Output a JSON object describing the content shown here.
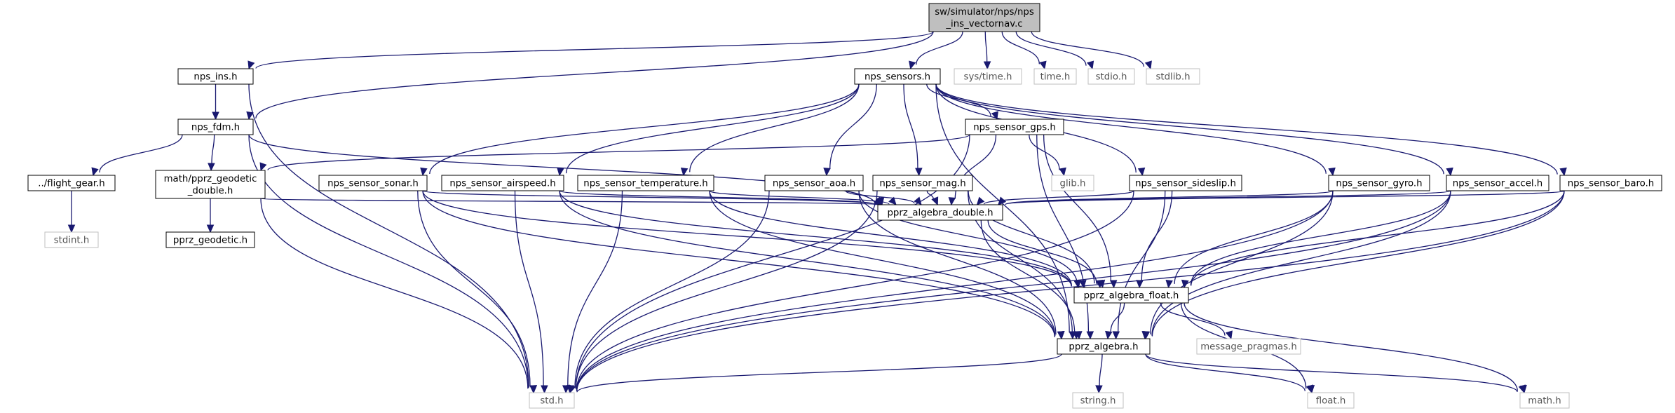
{
  "nodes": [
    {
      "id": "root",
      "lines": [
        "sw/simulator/nps/nps",
        "_ins_vectornav.c"
      ],
      "kind": "root"
    },
    {
      "id": "nps_ins",
      "lines": [
        "nps_ins.h"
      ],
      "kind": "file"
    },
    {
      "id": "nps_sensors",
      "lines": [
        "nps_sensors.h"
      ],
      "kind": "file"
    },
    {
      "id": "sys_time",
      "lines": [
        "sys/time.h"
      ],
      "kind": "sys"
    },
    {
      "id": "time",
      "lines": [
        "time.h"
      ],
      "kind": "sys"
    },
    {
      "id": "stdio",
      "lines": [
        "stdio.h"
      ],
      "kind": "sys"
    },
    {
      "id": "stdlib",
      "lines": [
        "stdlib.h"
      ],
      "kind": "sys"
    },
    {
      "id": "nps_fdm",
      "lines": [
        "nps_fdm.h"
      ],
      "kind": "file"
    },
    {
      "id": "nps_sensor_gps",
      "lines": [
        "nps_sensor_gps.h"
      ],
      "kind": "file"
    },
    {
      "id": "flight_gear",
      "lines": [
        "../flight_gear.h"
      ],
      "kind": "file"
    },
    {
      "id": "pprz_geodetic_double",
      "lines": [
        "math/pprz_geodetic",
        "_double.h"
      ],
      "kind": "file"
    },
    {
      "id": "nps_sensor_sonar",
      "lines": [
        "nps_sensor_sonar.h"
      ],
      "kind": "file"
    },
    {
      "id": "nps_sensor_airspeed",
      "lines": [
        "nps_sensor_airspeed.h"
      ],
      "kind": "file"
    },
    {
      "id": "nps_sensor_temperature",
      "lines": [
        "nps_sensor_temperature.h"
      ],
      "kind": "file"
    },
    {
      "id": "nps_sensor_aoa",
      "lines": [
        "nps_sensor_aoa.h"
      ],
      "kind": "file"
    },
    {
      "id": "nps_sensor_mag",
      "lines": [
        "nps_sensor_mag.h"
      ],
      "kind": "file"
    },
    {
      "id": "glib",
      "lines": [
        "glib.h"
      ],
      "kind": "sys"
    },
    {
      "id": "nps_sensor_sideslip",
      "lines": [
        "nps_sensor_sideslip.h"
      ],
      "kind": "file"
    },
    {
      "id": "nps_sensor_gyro",
      "lines": [
        "nps_sensor_gyro.h"
      ],
      "kind": "file"
    },
    {
      "id": "nps_sensor_accel",
      "lines": [
        "nps_sensor_accel.h"
      ],
      "kind": "file"
    },
    {
      "id": "nps_sensor_baro",
      "lines": [
        "nps_sensor_baro.h"
      ],
      "kind": "file"
    },
    {
      "id": "stdint",
      "lines": [
        "stdint.h"
      ],
      "kind": "sys"
    },
    {
      "id": "pprz_geodetic",
      "lines": [
        "pprz_geodetic.h"
      ],
      "kind": "file"
    },
    {
      "id": "pprz_algebra_double",
      "lines": [
        "pprz_algebra_double.h"
      ],
      "kind": "file"
    },
    {
      "id": "pprz_algebra_float",
      "lines": [
        "pprz_algebra_float.h"
      ],
      "kind": "file"
    },
    {
      "id": "message_pragmas",
      "lines": [
        "message_pragmas.h"
      ],
      "kind": "sys"
    },
    {
      "id": "pprz_algebra",
      "lines": [
        "pprz_algebra.h"
      ],
      "kind": "file"
    },
    {
      "id": "std",
      "lines": [
        "std.h"
      ],
      "kind": "sys"
    },
    {
      "id": "string",
      "lines": [
        "string.h"
      ],
      "kind": "sys"
    },
    {
      "id": "float",
      "lines": [
        "float.h"
      ],
      "kind": "sys"
    },
    {
      "id": "math",
      "lines": [
        "math.h"
      ],
      "kind": "sys"
    }
  ],
  "edges": [
    [
      "root",
      "nps_ins"
    ],
    [
      "root",
      "nps_fdm"
    ],
    [
      "root",
      "nps_sensors"
    ],
    [
      "root",
      "sys_time"
    ],
    [
      "root",
      "time"
    ],
    [
      "root",
      "stdio"
    ],
    [
      "root",
      "stdlib"
    ],
    [
      "nps_ins",
      "nps_fdm"
    ],
    [
      "nps_ins",
      "std"
    ],
    [
      "nps_fdm",
      "flight_gear"
    ],
    [
      "nps_fdm",
      "pprz_geodetic_double"
    ],
    [
      "nps_fdm",
      "std"
    ],
    [
      "nps_fdm",
      "pprz_algebra_double"
    ],
    [
      "flight_gear",
      "stdint"
    ],
    [
      "pprz_geodetic_double",
      "pprz_geodetic"
    ],
    [
      "pprz_geodetic_double",
      "std"
    ],
    [
      "pprz_geodetic_double",
      "pprz_algebra_double"
    ],
    [
      "nps_sensors",
      "nps_sensor_gps"
    ],
    [
      "nps_sensors",
      "nps_sensor_sonar"
    ],
    [
      "nps_sensors",
      "nps_sensor_airspeed"
    ],
    [
      "nps_sensors",
      "nps_sensor_temperature"
    ],
    [
      "nps_sensors",
      "nps_sensor_aoa"
    ],
    [
      "nps_sensors",
      "nps_sensor_mag"
    ],
    [
      "nps_sensors",
      "nps_sensor_sideslip"
    ],
    [
      "nps_sensors",
      "nps_sensor_gyro"
    ],
    [
      "nps_sensors",
      "nps_sensor_accel"
    ],
    [
      "nps_sensors",
      "nps_sensor_baro"
    ],
    [
      "nps_sensors",
      "pprz_algebra"
    ],
    [
      "nps_sensor_gps",
      "pprz_geodetic_double"
    ],
    [
      "nps_sensor_gps",
      "glib"
    ],
    [
      "nps_sensor_gps",
      "std"
    ],
    [
      "nps_sensor_gps",
      "pprz_algebra_double"
    ],
    [
      "nps_sensor_gps",
      "pprz_algebra_float"
    ],
    [
      "nps_sensor_gps",
      "pprz_algebra"
    ],
    [
      "nps_sensor_sonar",
      "pprz_algebra_double"
    ],
    [
      "nps_sensor_sonar",
      "pprz_algebra_float"
    ],
    [
      "nps_sensor_sonar",
      "pprz_algebra"
    ],
    [
      "nps_sensor_sonar",
      "std"
    ],
    [
      "nps_sensor_airspeed",
      "pprz_algebra_double"
    ],
    [
      "nps_sensor_airspeed",
      "pprz_algebra_float"
    ],
    [
      "nps_sensor_airspeed",
      "pprz_algebra"
    ],
    [
      "nps_sensor_airspeed",
      "std"
    ],
    [
      "nps_sensor_temperature",
      "pprz_algebra_double"
    ],
    [
      "nps_sensor_temperature",
      "pprz_algebra_float"
    ],
    [
      "nps_sensor_temperature",
      "pprz_algebra"
    ],
    [
      "nps_sensor_temperature",
      "std"
    ],
    [
      "nps_sensor_aoa",
      "pprz_algebra_double"
    ],
    [
      "nps_sensor_aoa",
      "pprz_algebra_float"
    ],
    [
      "nps_sensor_aoa",
      "pprz_algebra"
    ],
    [
      "nps_sensor_aoa",
      "std"
    ],
    [
      "nps_sensor_mag",
      "pprz_algebra_double"
    ],
    [
      "nps_sensor_mag",
      "pprz_algebra_float"
    ],
    [
      "nps_sensor_mag",
      "pprz_algebra"
    ],
    [
      "nps_sensor_mag",
      "std"
    ],
    [
      "nps_sensor_sideslip",
      "pprz_algebra_double"
    ],
    [
      "nps_sensor_sideslip",
      "pprz_algebra_float"
    ],
    [
      "nps_sensor_sideslip",
      "pprz_algebra"
    ],
    [
      "nps_sensor_sideslip",
      "std"
    ],
    [
      "nps_sensor_gyro",
      "pprz_algebra_double"
    ],
    [
      "nps_sensor_gyro",
      "pprz_algebra_float"
    ],
    [
      "nps_sensor_gyro",
      "pprz_algebra"
    ],
    [
      "nps_sensor_gyro",
      "std"
    ],
    [
      "nps_sensor_accel",
      "pprz_algebra_double"
    ],
    [
      "nps_sensor_accel",
      "pprz_algebra_float"
    ],
    [
      "nps_sensor_accel",
      "pprz_algebra"
    ],
    [
      "nps_sensor_accel",
      "std"
    ],
    [
      "nps_sensor_baro",
      "pprz_algebra_double"
    ],
    [
      "nps_sensor_baro",
      "pprz_algebra_float"
    ],
    [
      "nps_sensor_baro",
      "pprz_algebra"
    ],
    [
      "nps_sensor_baro",
      "std"
    ],
    [
      "pprz_algebra_double",
      "pprz_algebra_float"
    ],
    [
      "pprz_algebra_double",
      "pprz_algebra"
    ],
    [
      "pprz_algebra_float",
      "pprz_algebra"
    ],
    [
      "pprz_algebra_float",
      "message_pragmas"
    ],
    [
      "pprz_algebra_float",
      "float"
    ],
    [
      "pprz_algebra_float",
      "math"
    ],
    [
      "pprz_algebra",
      "std"
    ],
    [
      "pprz_algebra",
      "string"
    ],
    [
      "pprz_algebra",
      "float"
    ],
    [
      "pprz_algebra",
      "math"
    ]
  ],
  "colors": {
    "edge": "#191970",
    "root_fill": "#bfbfbf",
    "sys_border": "#bfbfbf",
    "node_border": "#000000"
  }
}
